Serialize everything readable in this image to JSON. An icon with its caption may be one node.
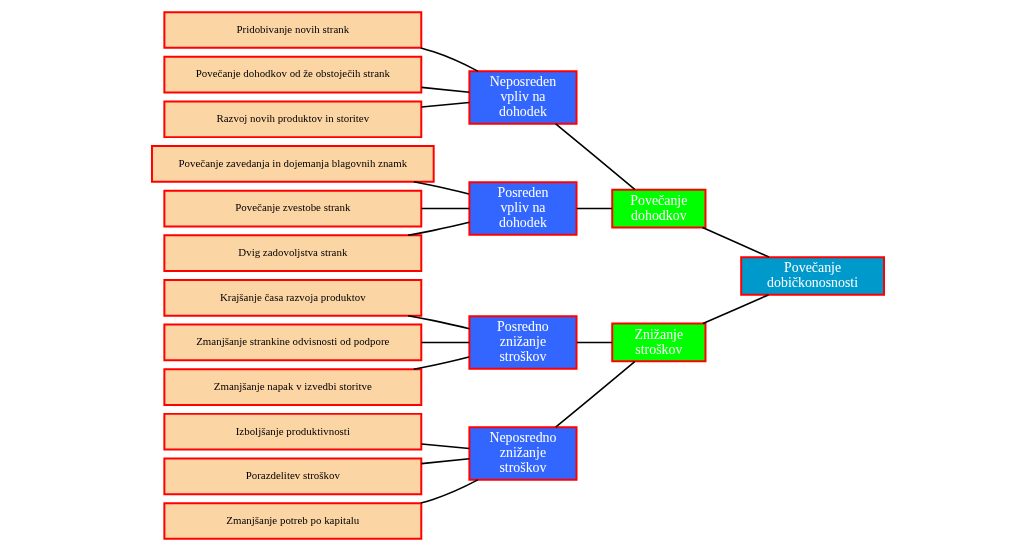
{
  "diagram": {
    "nodes": [
      {
        "text": [
          "Pridobivanje novih strank"
        ]
      },
      {
        "text": [
          "Povečanje dohodkov od že obstoječih strank"
        ]
      },
      {
        "text": [
          "Razvoj novih produktov in storitev"
        ]
      },
      {
        "text": [
          "Povečanje zavedanja in dojemanja blagovnih znamk"
        ]
      },
      {
        "text": [
          "Povečanje zvestobe strank"
        ]
      },
      {
        "text": [
          "Dvig zadovoljstva strank"
        ]
      },
      {
        "text": [
          "Izboljšanje produktivnosti"
        ]
      },
      {
        "text": [
          "Porazdelitev stroškov"
        ]
      },
      {
        "text": [
          "Zmanjšanje potreb po kapitalu"
        ]
      },
      {
        "text": [
          "Krajšanje časa razvoja produktov"
        ]
      },
      {
        "text": [
          "Zmanjšanje strankine odvisnosti od podpore"
        ]
      },
      {
        "text": [
          "Zmanjšanje napak v izvedbi storitve"
        ]
      },
      {
        "text": [
          "Neposreden vpliv na dohodek"
        ]
      },
      {
        "text": [
          "Posreden vpliv na dohodek"
        ]
      },
      {
        "text": [
          "Neposredno znižanje stroškov"
        ]
      },
      {
        "text": [
          "Posredno znižanje stroškov"
        ]
      },
      {
        "text": [
          "Povečanje dohodkov"
        ]
      },
      {
        "text": [
          "Znižanje stroškov"
        ]
      },
      {
        "text": [
          "Povečanje dobičkonosnosti"
        ]
      }
    ],
    "edges": [
      {
        "from": 0,
        "to": 12,
        "arrow": "none"
      },
      {
        "from": 1,
        "to": 12,
        "arrow": "none"
      },
      {
        "from": 2,
        "to": 12,
        "arrow": "none"
      },
      {
        "from": 3,
        "to": 13,
        "arrow": "none"
      },
      {
        "from": 4,
        "to": 13,
        "arrow": "none"
      },
      {
        "from": 5,
        "to": 13,
        "arrow": "none"
      },
      {
        "from": 6,
        "to": 14,
        "arrow": "none"
      },
      {
        "from": 7,
        "to": 14,
        "arrow": "none"
      },
      {
        "from": 8,
        "to": 14,
        "arrow": "none"
      },
      {
        "from": 9,
        "to": 15,
        "arrow": "none"
      },
      {
        "from": 10,
        "to": 15,
        "arrow": "none"
      },
      {
        "from": 11,
        "to": 15,
        "arrow": "none"
      },
      {
        "from": 12,
        "to": 16,
        "arrow": "none"
      },
      {
        "from": 13,
        "to": 16,
        "arrow": "none"
      },
      {
        "from": 14,
        "to": 17,
        "arrow": "none"
      },
      {
        "from": 15,
        "to": 17,
        "arrow": "none"
      },
      {
        "from": 16,
        "to": 18,
        "arrow": "none"
      },
      {
        "from": 17,
        "to": 18,
        "arrow": "none"
      }
    ]
  }
}
